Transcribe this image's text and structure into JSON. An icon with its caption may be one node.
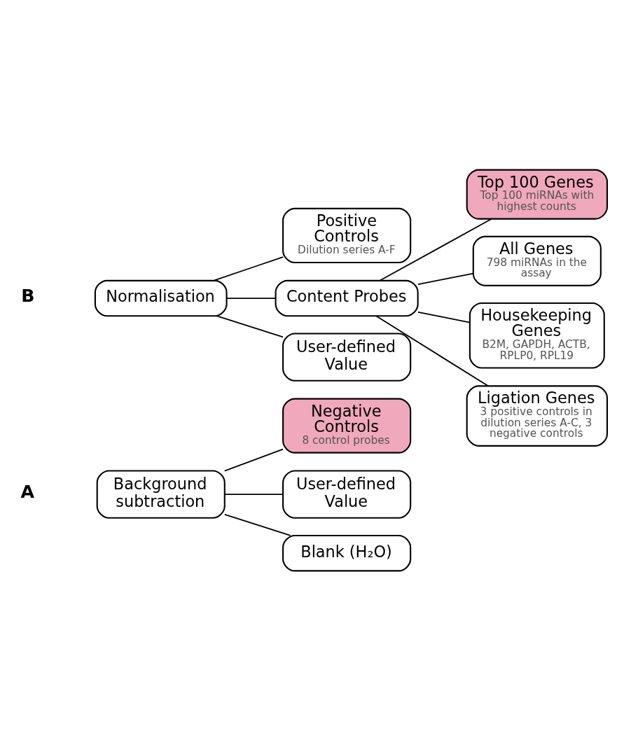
{
  "diagram": {
    "nodes": [
      {
        "text": [
          "Background subtraction"
        ]
      },
      {
        "text": [
          "Negative Controls",
          "8 control probes"
        ]
      },
      {
        "text": [
          "User-defined Value"
        ]
      },
      {
        "text": [
          "Blank (H₂O)"
        ]
      },
      {
        "text": [
          "Normalisation"
        ]
      },
      {
        "text": [
          "Positive Controls",
          "Dilution series A-F"
        ]
      },
      {
        "text": [
          "Content Probes"
        ]
      },
      {
        "text": [
          "User-defined Value"
        ]
      },
      {
        "text": [
          "Top 100 Genes",
          "Top 100 miRNAs with highest counts"
        ]
      },
      {
        "text": [
          "All Genes",
          "798 miRNAs in the assay"
        ]
      },
      {
        "text": [
          "Housekeeping Genes",
          "B2M, GAPDH, ACTB, RPLP0, RPL19"
        ]
      },
      {
        "text": [
          "Ligation Genes",
          "3 positive controls in dilution series A-C, 3 negative controls"
        ]
      }
    ],
    "edges": [
      {
        "from": 0,
        "to": 1,
        "arrow": "none"
      },
      {
        "from": 0,
        "to": 2,
        "arrow": "none"
      },
      {
        "from": 0,
        "to": 3,
        "arrow": "none"
      },
      {
        "from": 4,
        "to": 5,
        "arrow": "none"
      },
      {
        "from": 4,
        "to": 6,
        "arrow": "none"
      },
      {
        "from": 4,
        "to": 7,
        "arrow": "none"
      },
      {
        "from": 6,
        "to": 8,
        "arrow": "none"
      },
      {
        "from": 6,
        "to": 9,
        "arrow": "none"
      },
      {
        "from": 6,
        "to": 10,
        "arrow": "none"
      },
      {
        "from": 6,
        "to": 11,
        "arrow": "none"
      }
    ],
    "labels": [
      "A",
      "B"
    ]
  }
}
